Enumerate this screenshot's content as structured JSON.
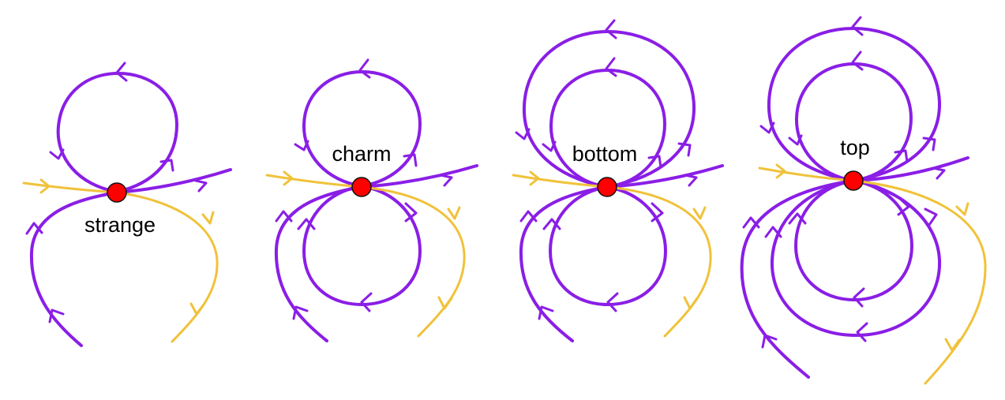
{
  "labels": {
    "strange": "strange",
    "charm": "charm",
    "bottom": "bottom",
    "top": "top"
  },
  "colors": {
    "field_line": "#8a1ee6",
    "current_line": "#f0c23a",
    "vertex": "#ff0000"
  }
}
